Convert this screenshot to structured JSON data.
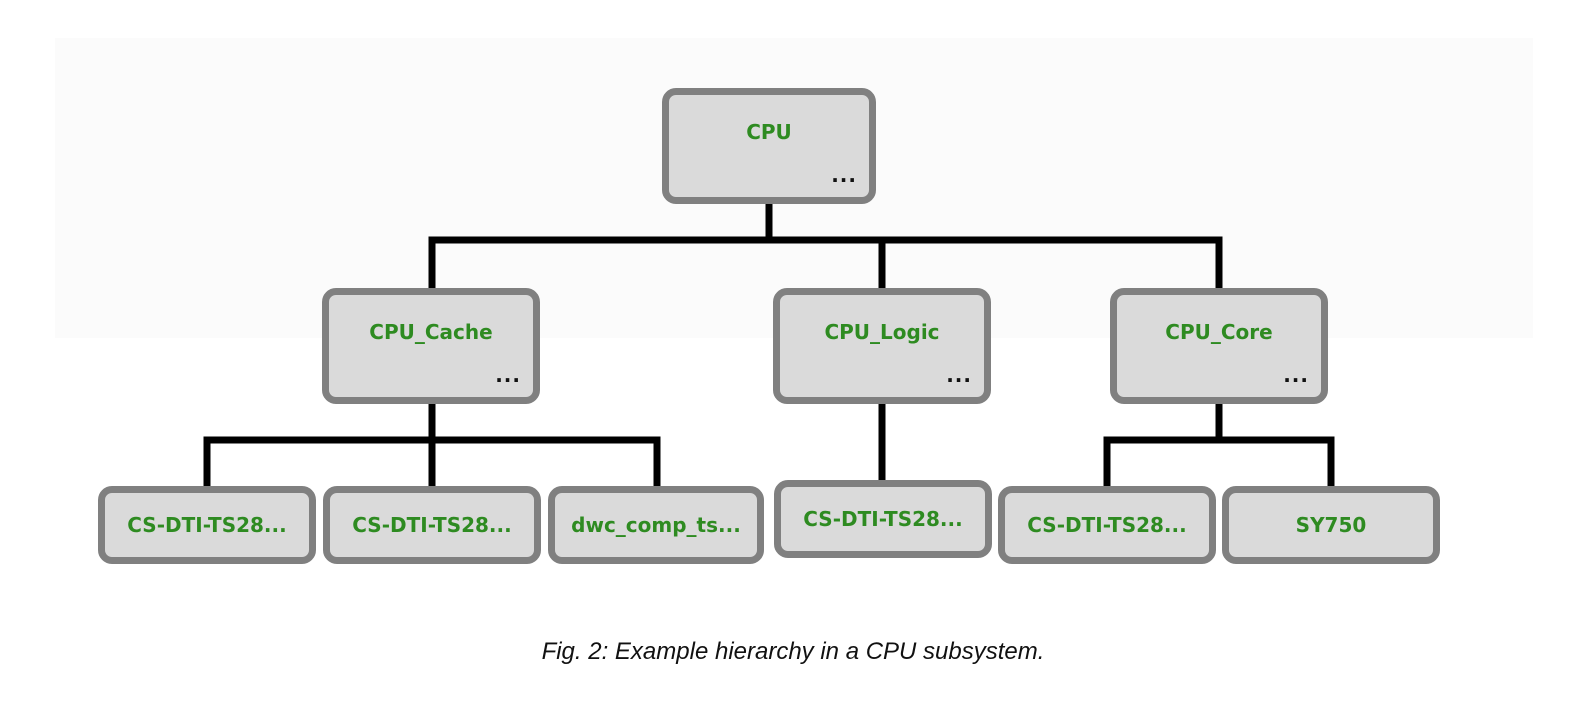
{
  "diagram": {
    "nodes": {
      "cpu": {
        "label": "CPU",
        "more": "..."
      },
      "cpu_cache": {
        "label": "CPU_Cache",
        "more": "..."
      },
      "cpu_logic": {
        "label": "CPU_Logic",
        "more": "..."
      },
      "cpu_core": {
        "label": "CPU_Core",
        "more": "..."
      },
      "cache_leaf_1": {
        "label": "CS-DTI-TS28..."
      },
      "cache_leaf_2": {
        "label": "CS-DTI-TS28..."
      },
      "cache_leaf_3": {
        "label": "dwc_comp_ts..."
      },
      "logic_leaf_1": {
        "label": "CS-DTI-TS28..."
      },
      "core_leaf_1": {
        "label": "CS-DTI-TS28..."
      },
      "core_leaf_2": {
        "label": "SY750"
      }
    },
    "edges": [
      [
        "cpu",
        "cpu_cache"
      ],
      [
        "cpu",
        "cpu_logic"
      ],
      [
        "cpu",
        "cpu_core"
      ],
      [
        "cpu_cache",
        "cache_leaf_1"
      ],
      [
        "cpu_cache",
        "cache_leaf_2"
      ],
      [
        "cpu_cache",
        "cache_leaf_3"
      ],
      [
        "cpu_logic",
        "logic_leaf_1"
      ],
      [
        "cpu_core",
        "core_leaf_1"
      ],
      [
        "cpu_core",
        "core_leaf_2"
      ]
    ]
  },
  "caption": "Fig. 2: Example hierarchy in a CPU subsystem."
}
